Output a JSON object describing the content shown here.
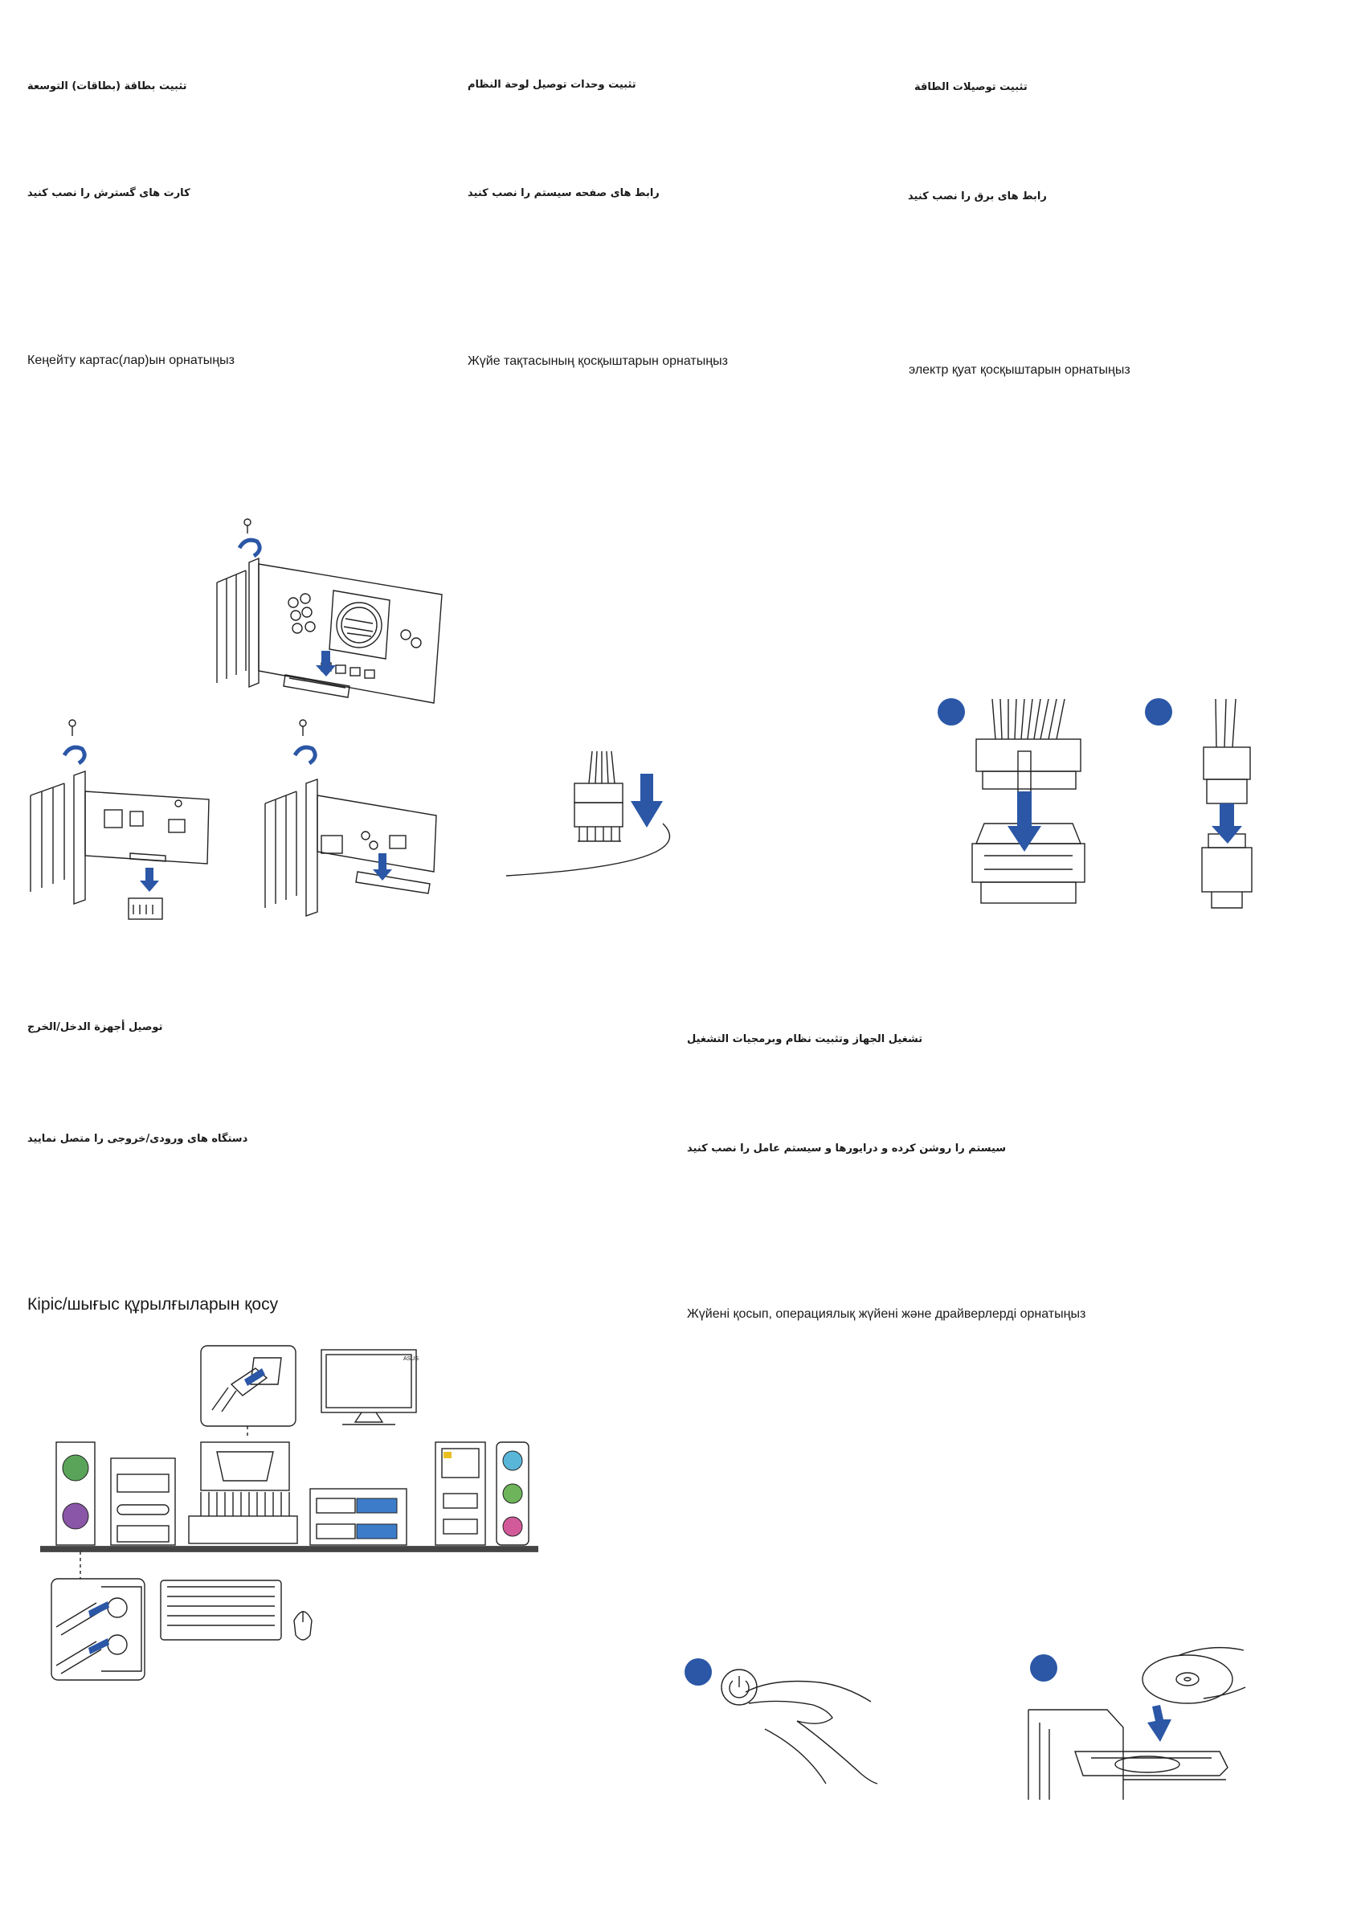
{
  "sections": [
    {
      "id": "expansion",
      "title_ar": "تثبيت بطاقة (بطاقات) التوسعة",
      "title_fa": "کارت های گسترش را نصب کنید",
      "title_kk": "Кеңейту картас(лар)ын орнатыңыз"
    },
    {
      "id": "headers",
      "title_ar": "تثبيت وحدات توصيل لوحة النظام",
      "title_fa": "رابط های صفحه سیستم را نصب کنید",
      "title_kk": "Жүйе тақтасының қосқыштарын орнатыңыз"
    },
    {
      "id": "power",
      "title_ar": "تثبيت توصيلات الطاقة",
      "title_fa": "رابط های برق را نصب کنید",
      "title_kk": "электр қуат қосқыштарын орнатыңыз",
      "badges": [
        "",
        ""
      ]
    },
    {
      "id": "io",
      "title_ar": "توصيل أجهزة الدخل/الخرج",
      "title_fa": "دستگاه های ورودی/خروجی را متصل نمایید",
      "title_kk": "Кіріс/шығыс құрылғыларын қосу",
      "monitor_brand": "ASUS"
    },
    {
      "id": "poweron",
      "title_ar": "تشغيل الجهاز وتثبيت نظام وبرمجيات التشغيل",
      "title_fa": "سیستم را روشن کرده و درایورها و سیستم عامل را نصب کنید",
      "title_kk": "Жүйені қосып, операциялық жүйені және драйверлерді орнатыңыз",
      "badges": [
        "",
        ""
      ]
    }
  ],
  "colors": {
    "accent_blue": "#2b57a6",
    "line": "#222222",
    "ps2_green": "#5aa45a",
    "ps2_purple": "#8a56a8",
    "audio_blue": "#5ab6d8",
    "audio_green": "#6db45a",
    "audio_pink": "#d25a9a",
    "usb3_blue": "#3d7cc9",
    "led_yellow": "#e8c020"
  }
}
